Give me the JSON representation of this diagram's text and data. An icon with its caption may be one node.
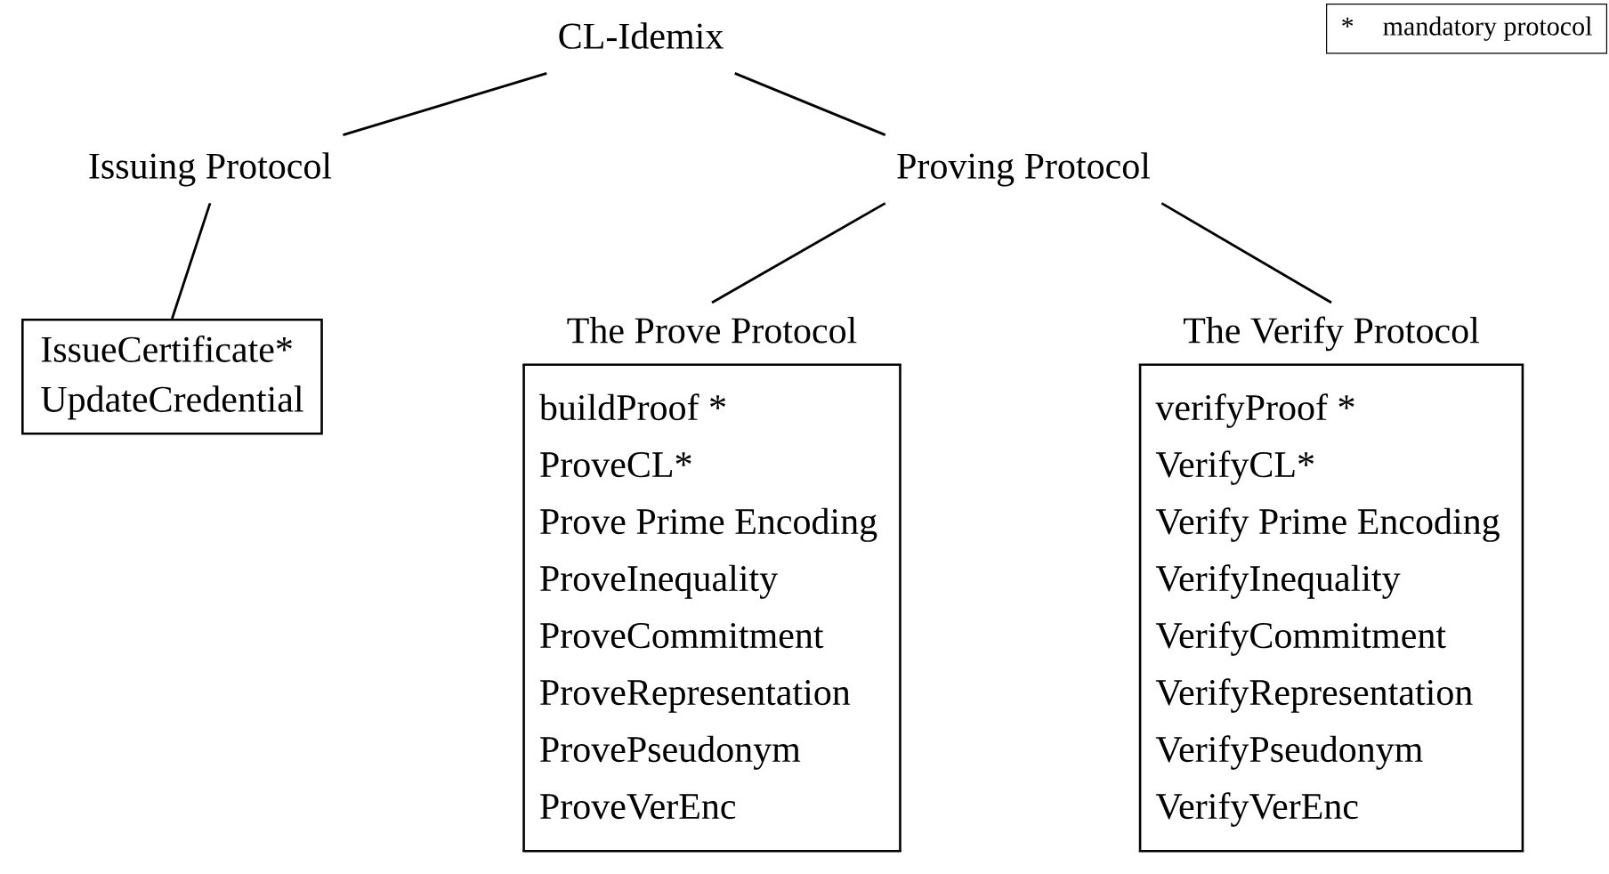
{
  "diagram": {
    "nodes": [
      {
        "text": [
          "CL-Idemix"
        ]
      },
      {
        "text": [
          "Issuing Protocol"
        ]
      },
      {
        "text": [
          "Proving Protocol"
        ]
      },
      {
        "text": [
          "IssueCertificate*",
          "UpdateCredential"
        ]
      },
      {
        "text": [
          "The Prove Protocol",
          "buildProof *",
          "ProveCL*",
          "Prove Prime Encoding",
          "ProveInequality",
          "ProveCommitment",
          "ProveRepresentation",
          "ProvePseudonym",
          "ProveVerEnc"
        ]
      },
      {
        "text": [
          "The Verify Protocol",
          "verifyProof *",
          "VerifyCL*",
          "Verify Prime Encoding",
          "VerifyInequality",
          "VerifyCommitment",
          "VerifyRepresentation",
          "VerifyPseudonym",
          "VerifyVerEnc"
        ]
      }
    ],
    "edges": [
      {
        "from": 0,
        "to": 1,
        "arrow": "none"
      },
      {
        "from": 0,
        "to": 2,
        "arrow": "none"
      },
      {
        "from": 1,
        "to": 3,
        "arrow": "none"
      },
      {
        "from": 2,
        "to": 4,
        "arrow": "none"
      },
      {
        "from": 2,
        "to": 5,
        "arrow": "none"
      }
    ],
    "labels": [
      "*",
      "mandatory protocol"
    ]
  }
}
